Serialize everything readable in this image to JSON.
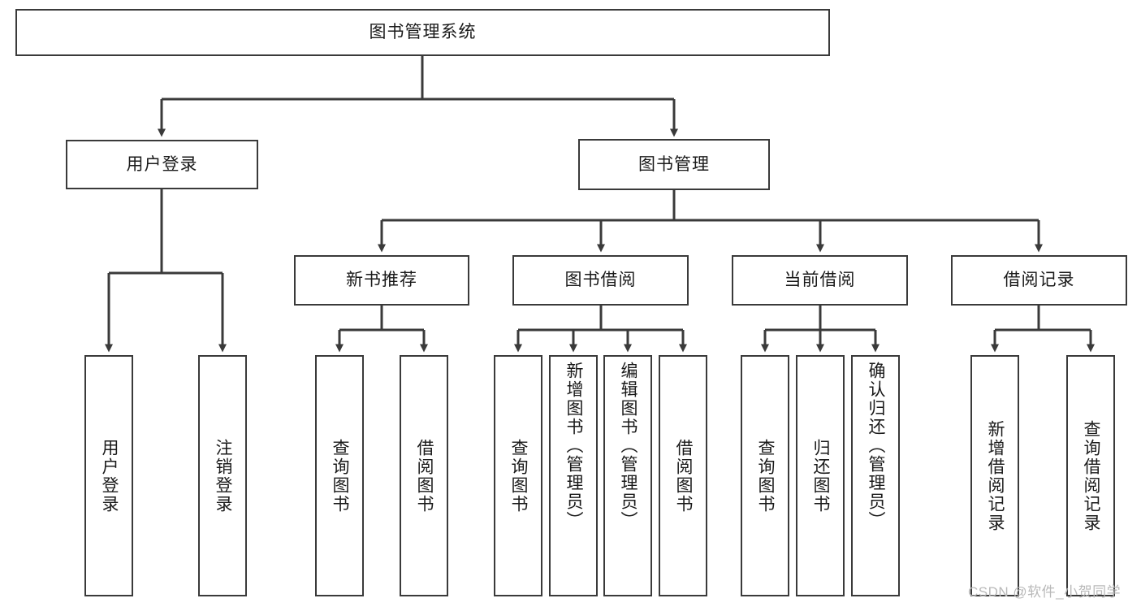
{
  "diagram": {
    "type": "tree-hierarchy",
    "title_node": {
      "label": "图书管理系统"
    },
    "level1": [
      {
        "id": "user-login",
        "label": "用户登录"
      },
      {
        "id": "book-manage",
        "label": "图书管理"
      }
    ],
    "level2": [
      {
        "id": "new-book-recommend",
        "label": "新书推荐",
        "parent": "book-manage"
      },
      {
        "id": "book-borrow",
        "label": "图书借阅",
        "parent": "book-manage"
      },
      {
        "id": "current-borrow",
        "label": "当前借阅",
        "parent": "book-manage"
      },
      {
        "id": "borrow-record",
        "label": "借阅记录",
        "parent": "book-manage"
      }
    ],
    "leaves": [
      {
        "id": "leaf-user-login",
        "label": "用户登录",
        "parent": "user-login"
      },
      {
        "id": "leaf-user-logout",
        "label": "注销登录",
        "parent": "user-login"
      },
      {
        "id": "leaf-query-book-1",
        "label": "查询图书",
        "parent": "new-book-recommend"
      },
      {
        "id": "leaf-borrow-book-1",
        "label": "借阅图书",
        "parent": "new-book-recommend"
      },
      {
        "id": "leaf-query-book-2",
        "label": "查询图书",
        "parent": "book-borrow"
      },
      {
        "id": "leaf-add-book",
        "label": "新增图书（管理员）",
        "parent": "book-borrow"
      },
      {
        "id": "leaf-edit-book",
        "label": "编辑图书（管理员）",
        "parent": "book-borrow"
      },
      {
        "id": "leaf-borrow-book-2",
        "label": "借阅图书",
        "parent": "book-borrow"
      },
      {
        "id": "leaf-query-book-3",
        "label": "查询图书",
        "parent": "current-borrow"
      },
      {
        "id": "leaf-return-book",
        "label": "归还图书",
        "parent": "current-borrow"
      },
      {
        "id": "leaf-confirm-return",
        "label": "确认归还（管理员）",
        "parent": "current-borrow"
      },
      {
        "id": "leaf-add-record",
        "label": "新增借阅记录",
        "parent": "borrow-record"
      },
      {
        "id": "leaf-query-record",
        "label": "查询借阅记录",
        "parent": "borrow-record"
      }
    ],
    "watermark": "CSDN @软件_小贺同学",
    "colors": {
      "stroke": "#3a3a3a",
      "text": "#1a1a1a",
      "background": "#ffffff",
      "watermark": "#b9b9b9"
    }
  }
}
